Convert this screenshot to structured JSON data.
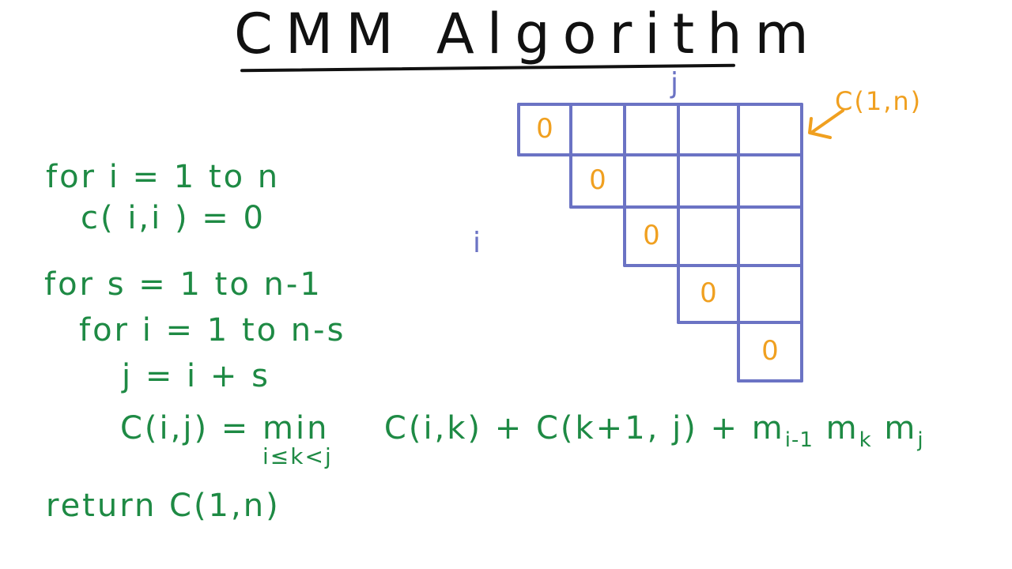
{
  "title": "CMM Algorithm",
  "pseudocode": {
    "line1": "for i = 1 to n",
    "line2": "c( i,i ) = 0",
    "line3": "for s = 1 to n-1",
    "line4": "for i = 1 to n-s",
    "line5": "j = i + s",
    "line6_lhs": "C(i,j) =",
    "line6_min": "min",
    "line6_range": "i≤k<j",
    "line6_rhs": "C(i,k) + C(k+1, j) + m",
    "sub_i_minus_1": "i-1",
    "m2": "m",
    "sub_k": "k",
    "m3": "m",
    "sub_j": "j",
    "line7": "return C(1,n)"
  },
  "grid": {
    "row_label": "i",
    "col_label": "j",
    "diagonal_value": "0",
    "annotation": "C(1,n)",
    "line_color": "#6b73c4",
    "zero_color": "#f0a020"
  },
  "colors": {
    "code": "#1e8a44",
    "title": "#111111"
  }
}
